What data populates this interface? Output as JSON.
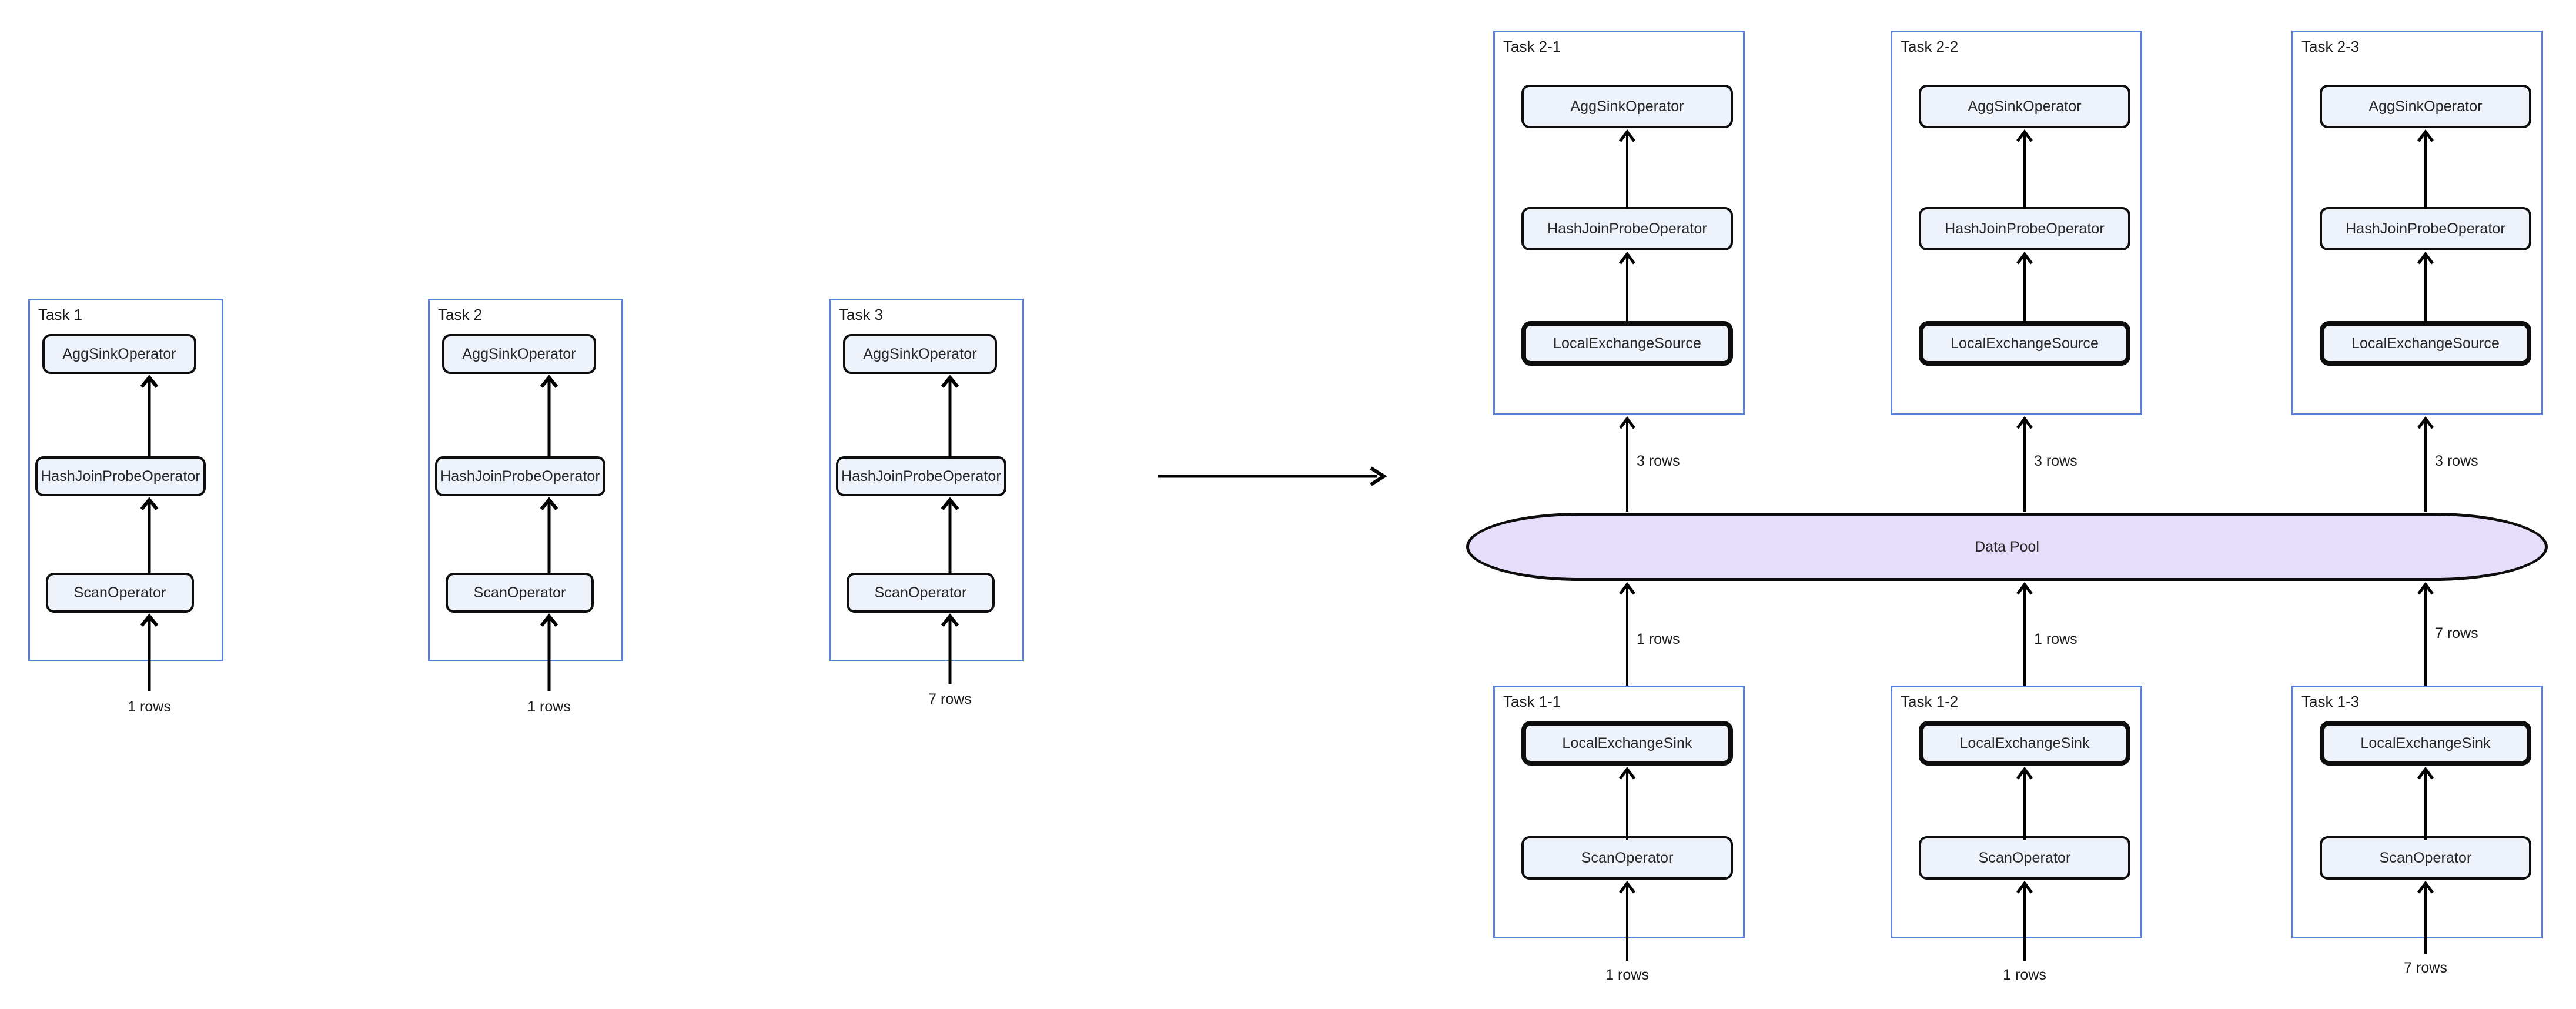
{
  "diagram": {
    "title": "Query execution plan transformation with local exchange and data pool",
    "colors": {
      "task_border": "#5b7fd6",
      "operator_fill": "#edf2fb",
      "operator_border": "#0d0d0d",
      "pool_fill": "#e6ddfa",
      "pool_border": "#0d0d0d",
      "arrow": "#000000",
      "background": "#ffffff"
    }
  },
  "left_section": {
    "tasks": [
      {
        "label": "Task 1",
        "operators": [
          {
            "name": "AggSinkOperator",
            "emphasis": false
          },
          {
            "name": "HashJoinProbeOperator",
            "emphasis": false
          },
          {
            "name": "ScanOperator",
            "emphasis": false
          }
        ],
        "input_label": "1 rows"
      },
      {
        "label": "Task 2",
        "operators": [
          {
            "name": "AggSinkOperator",
            "emphasis": false
          },
          {
            "name": "HashJoinProbeOperator",
            "emphasis": false
          },
          {
            "name": "ScanOperator",
            "emphasis": false
          }
        ],
        "input_label": "1 rows"
      },
      {
        "label": "Task 3",
        "operators": [
          {
            "name": "AggSinkOperator",
            "emphasis": false
          },
          {
            "name": "HashJoinProbeOperator",
            "emphasis": false
          },
          {
            "name": "ScanOperator",
            "emphasis": false
          }
        ],
        "input_label": "7 rows"
      }
    ]
  },
  "transform_arrow": {
    "icon": "arrow-right-icon",
    "label": ""
  },
  "right_section": {
    "upper_tasks": [
      {
        "label": "Task 2-1",
        "operators": [
          {
            "name": "AggSinkOperator",
            "emphasis": false
          },
          {
            "name": "HashJoinProbeOperator",
            "emphasis": false
          },
          {
            "name": "LocalExchangeSource",
            "emphasis": true
          }
        ],
        "input_label": "3 rows"
      },
      {
        "label": "Task 2-2",
        "operators": [
          {
            "name": "AggSinkOperator",
            "emphasis": false
          },
          {
            "name": "HashJoinProbeOperator",
            "emphasis": false
          },
          {
            "name": "LocalExchangeSource",
            "emphasis": true
          }
        ],
        "input_label": "3 rows"
      },
      {
        "label": "Task 2-3",
        "operators": [
          {
            "name": "AggSinkOperator",
            "emphasis": false
          },
          {
            "name": "HashJoinProbeOperator",
            "emphasis": false
          },
          {
            "name": "LocalExchangeSource",
            "emphasis": true
          }
        ],
        "input_label": "3 rows"
      }
    ],
    "data_pool": {
      "label": "Data Pool"
    },
    "lower_tasks": [
      {
        "label": "Task 1-1",
        "operators": [
          {
            "name": "LocalExchangeSink",
            "emphasis": true
          },
          {
            "name": "ScanOperator",
            "emphasis": false
          }
        ],
        "output_label": "1 rows",
        "input_label": "1 rows"
      },
      {
        "label": "Task 1-2",
        "operators": [
          {
            "name": "LocalExchangeSink",
            "emphasis": true
          },
          {
            "name": "ScanOperator",
            "emphasis": false
          }
        ],
        "output_label": "1 rows",
        "input_label": "1 rows"
      },
      {
        "label": "Task 1-3",
        "operators": [
          {
            "name": "LocalExchangeSink",
            "emphasis": true
          },
          {
            "name": "ScanOperator",
            "emphasis": false
          }
        ],
        "output_label": "7 rows",
        "input_label": "7 rows"
      }
    ]
  }
}
